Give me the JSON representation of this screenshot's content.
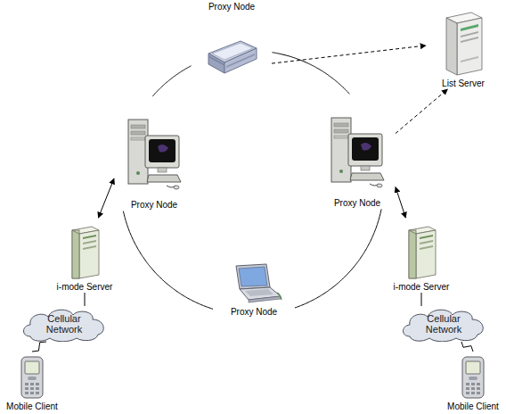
{
  "diagram": {
    "nodes": [
      {
        "text": [
          "Proxy Node"
        ]
      },
      {
        "text": [
          "List Server"
        ]
      },
      {
        "text": [
          "Proxy Node"
        ]
      },
      {
        "text": [
          "Proxy Node"
        ]
      },
      {
        "text": [
          "i-mode Server"
        ]
      },
      {
        "text": [
          "i-mode Server"
        ]
      },
      {
        "text": [
          "Proxy Node"
        ]
      },
      {
        "text": [
          "Cellular Network"
        ]
      },
      {
        "text": [
          "Cellular Network"
        ]
      },
      {
        "text": [
          "Mobile Client"
        ]
      },
      {
        "text": [
          "Mobile Client"
        ]
      }
    ],
    "edges": [
      {
        "from": 0,
        "to": 1,
        "arrow": "to"
      },
      {
        "from": 3,
        "to": 1,
        "arrow": "to"
      },
      {
        "from": 0,
        "to": 2,
        "arrow": "none"
      },
      {
        "from": 2,
        "to": 6,
        "arrow": "none"
      },
      {
        "from": 6,
        "to": 3,
        "arrow": "none"
      },
      {
        "from": 3,
        "to": 0,
        "arrow": "none"
      },
      {
        "from": 2,
        "to": 4,
        "arrow": "both"
      },
      {
        "from": 3,
        "to": 5,
        "arrow": "both"
      },
      {
        "from": 4,
        "to": 7,
        "arrow": "none"
      },
      {
        "from": 5,
        "to": 8,
        "arrow": "none"
      },
      {
        "from": 7,
        "to": 9,
        "arrow": "none"
      },
      {
        "from": 8,
        "to": 10,
        "arrow": "none"
      }
    ]
  }
}
